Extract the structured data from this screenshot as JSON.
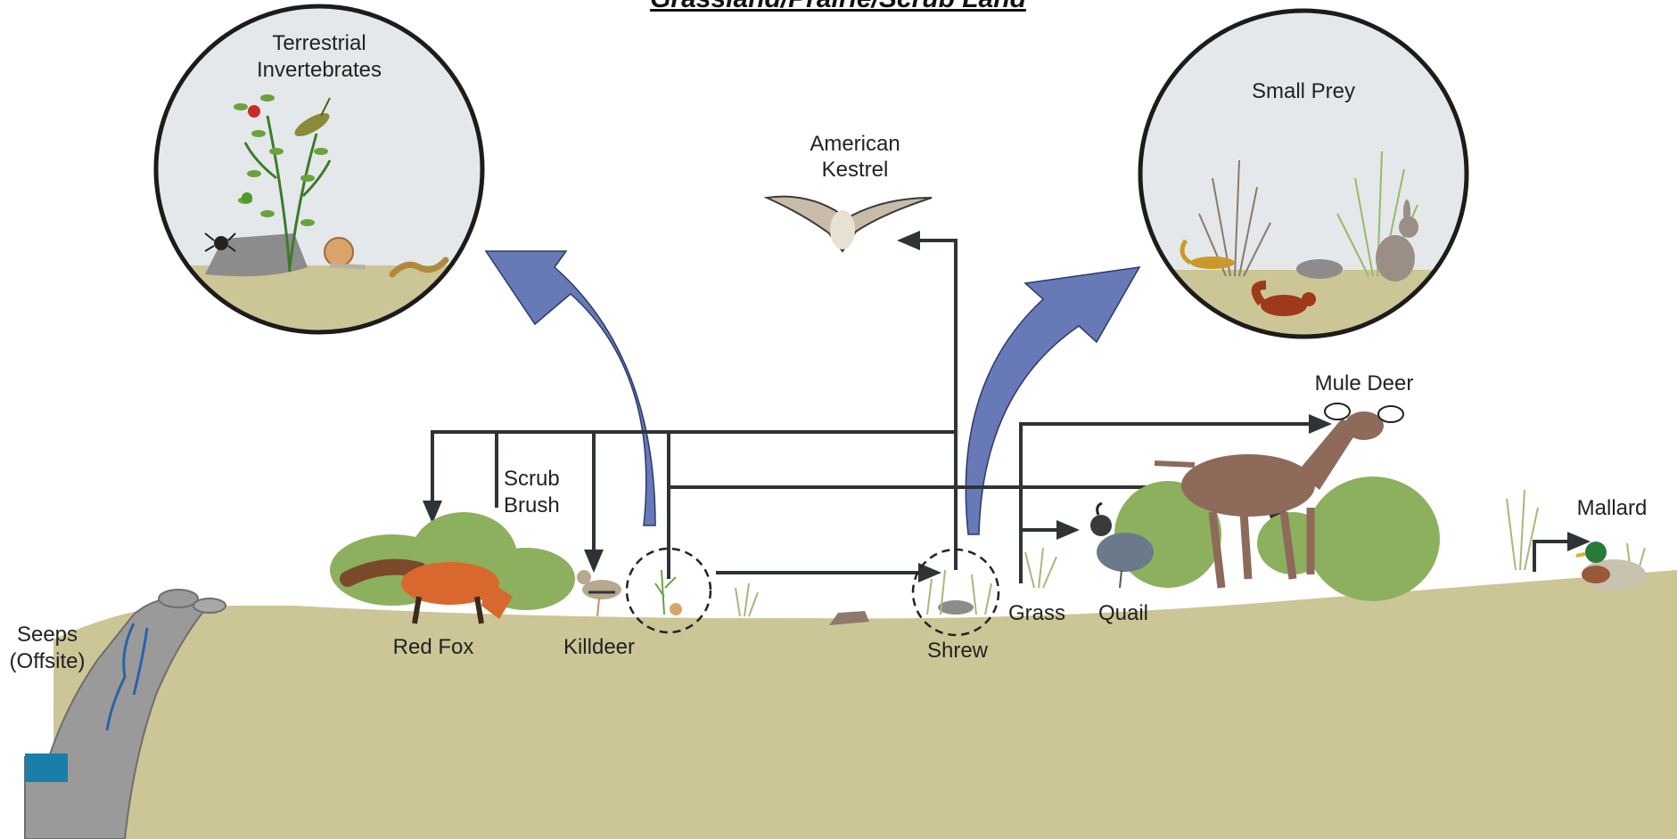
{
  "title": "Grassland/Prairie/Scrub Land",
  "circles": {
    "invertebrates": {
      "line1": "Terrestrial",
      "line2": "Invertebrates"
    },
    "small_prey": {
      "label": "Small Prey"
    }
  },
  "organisms": {
    "kestrel": {
      "line1": "American",
      "line2": "Kestrel"
    },
    "scrub": {
      "line1": "Scrub",
      "line2": "Brush"
    },
    "red_fox": "Red Fox",
    "killdeer": "Killdeer",
    "shrew": "Shrew",
    "grass": "Grass",
    "quail": "Quail",
    "mule_deer": "Mule Deer",
    "mallard": "Mallard",
    "seeps": {
      "line1": "Seeps",
      "line2": "(Offsite)"
    }
  },
  "colors": {
    "ground": "#ccc596",
    "bubble_fill": "#e4e8ea",
    "flow_arrow": "#6779b6",
    "link_arrow": "#2f3336",
    "water": "#1a7fa8",
    "rock": "#8c8c8c",
    "foliage": "#8db05e",
    "fox": "#d8682d",
    "deer": "#8e6a5a"
  },
  "icons": [
    "red-fox-icon",
    "killdeer-icon",
    "shrew-icon",
    "quail-icon",
    "mule-deer-icon",
    "mallard-icon",
    "kestrel-icon",
    "grasshopper-icon",
    "snail-icon",
    "worm-icon",
    "squirrel-icon",
    "rabbit-icon",
    "lizard-icon",
    "mole-icon",
    "ladybug-icon",
    "spider-icon"
  ]
}
